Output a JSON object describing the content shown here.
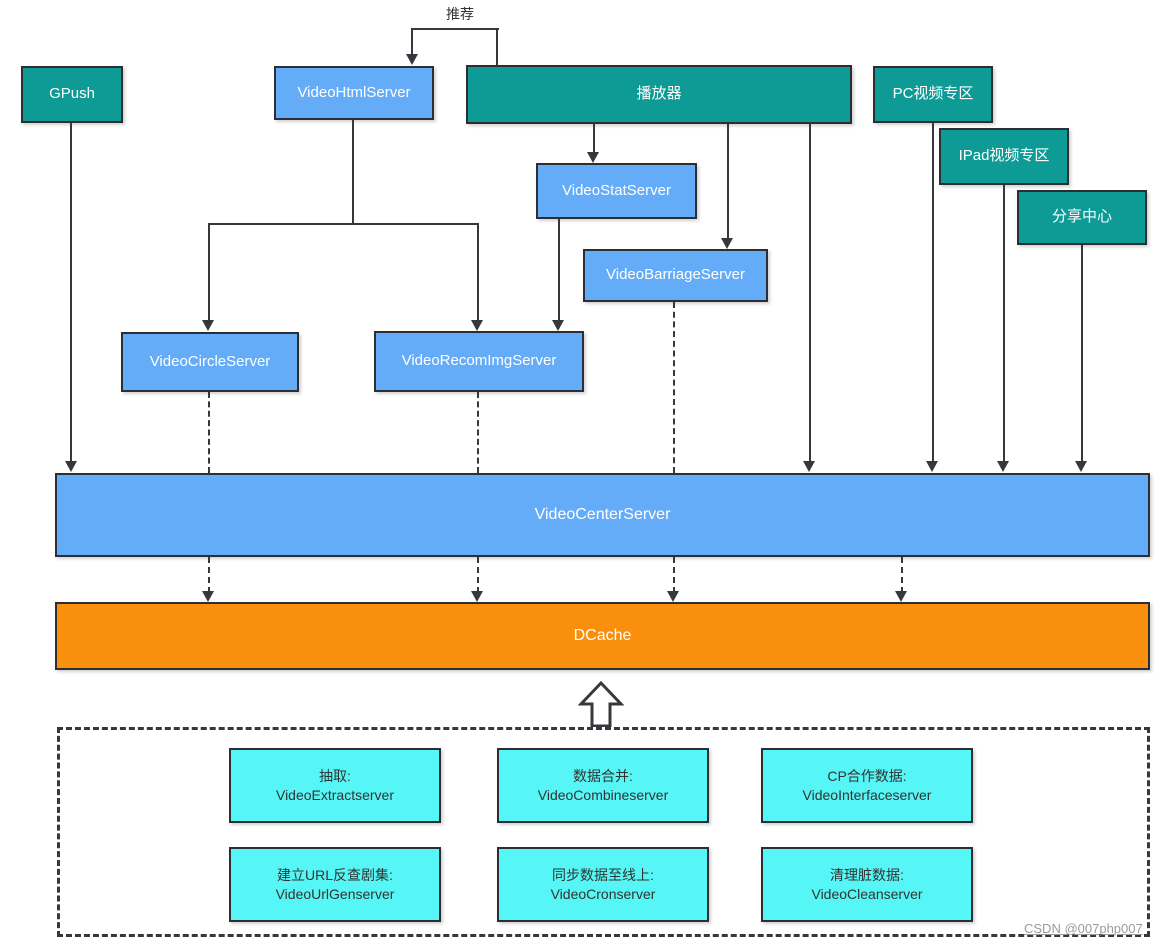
{
  "edge_labels": {
    "recommend": "推荐"
  },
  "top_nodes": {
    "gpush": {
      "label": "GPush"
    },
    "video_html": {
      "label": "VideoHtmlServer"
    },
    "player": {
      "label": "播放器"
    },
    "pc_zone": {
      "label": "PC视频专区"
    },
    "ipad_zone": {
      "label": "IPad视频专区"
    },
    "share_center": {
      "label": "分享中心"
    }
  },
  "mid_nodes": {
    "video_stat": {
      "label": "VideoStatServer"
    },
    "video_barriage": {
      "label": "VideoBarriageServer"
    },
    "video_circle": {
      "label": "VideoCircleServer"
    },
    "video_recom_img": {
      "label": "VideoRecomImgServer"
    }
  },
  "bars": {
    "center": {
      "label": "VideoCenterServer"
    },
    "dcache": {
      "label": "DCache"
    }
  },
  "offline_tasks": {
    "extract": {
      "title": "抽取:",
      "name": "VideoExtractserver"
    },
    "combine": {
      "title": "数据合并:",
      "name": "VideoCombineserver"
    },
    "interface": {
      "title": "CP合作数据:",
      "name": "VideoInterfaceserver"
    },
    "urlgen": {
      "title": "建立URL反查剧集:",
      "name": "VideoUrlGenserver"
    },
    "cron": {
      "title": "同步数据至线上:",
      "name": "VideoCronserver"
    },
    "clean": {
      "title": "清理脏数据:",
      "name": "VideoCleanserver"
    }
  },
  "watermark": {
    "text": "CSDN @007php007"
  },
  "colors": {
    "teal": "#0e9b96",
    "blue": "#64acf8",
    "orange": "#fa8e0d",
    "cyan": "#57f6f6",
    "line": "#35393d",
    "watermark_gray": "#9b9b9b"
  }
}
